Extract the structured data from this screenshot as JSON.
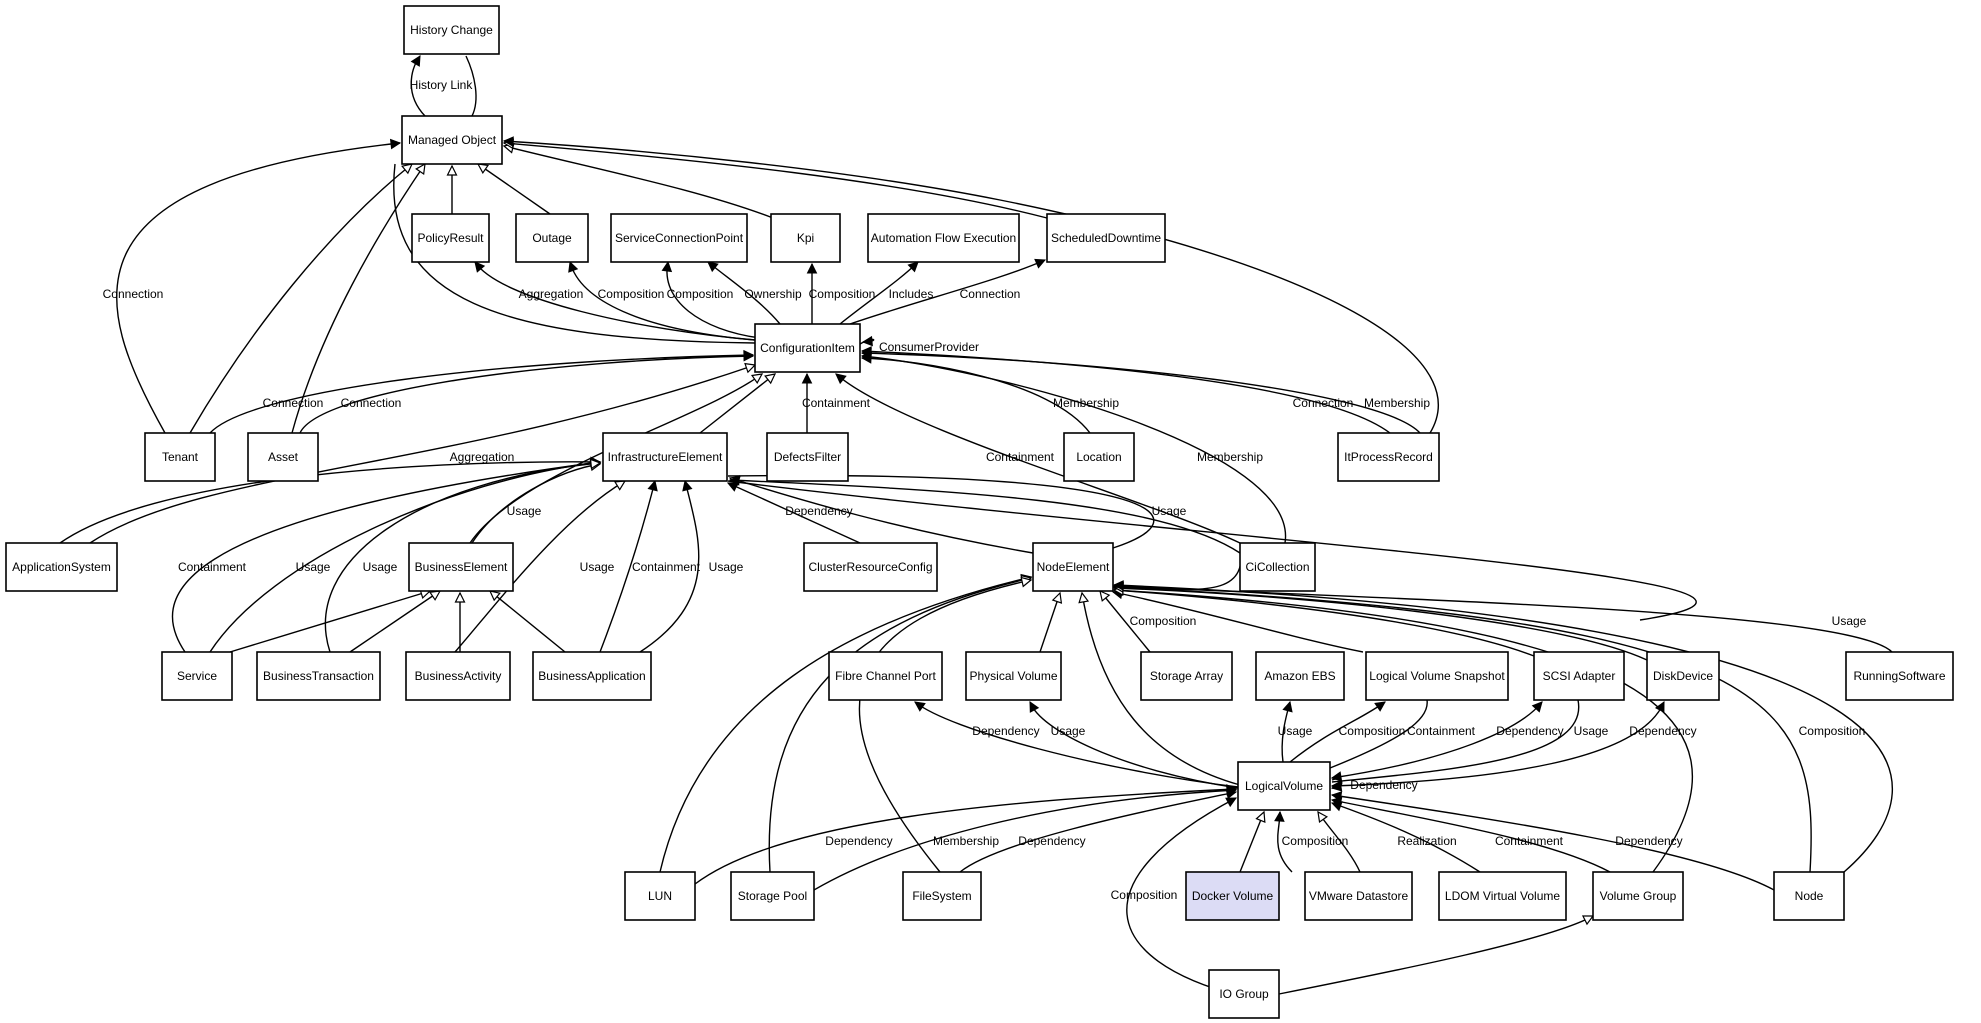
{
  "nodes": {
    "history_change": "History Change",
    "managed_object": "Managed Object",
    "policy_result": "PolicyResult",
    "outage": "Outage",
    "service_connection_point": "ServiceConnectionPoint",
    "kpi": "Kpi",
    "automation_flow_execution": "Automation Flow Execution",
    "scheduled_downtime": "ScheduledDowntime",
    "configuration_item": "ConfigurationItem",
    "tenant": "Tenant",
    "asset": "Asset",
    "infrastructure_element": "InfrastructureElement",
    "defects_filter": "DefectsFilter",
    "location": "Location",
    "it_process_record": "ItProcessRecord",
    "application_system": "ApplicationSystem",
    "business_element": "BusinessElement",
    "cluster_resource_config": "ClusterResourceConfig",
    "node_element": "NodeElement",
    "ci_collection": "CiCollection",
    "service": "Service",
    "business_transaction": "BusinessTransaction",
    "business_activity": "BusinessActivity",
    "business_application": "BusinessApplication",
    "fibre_channel_port": "Fibre Channel Port",
    "physical_volume": "Physical Volume",
    "storage_array": "Storage Array",
    "amazon_ebs": "Amazon EBS",
    "logical_volume_snapshot": "Logical Volume Snapshot",
    "scsi_adapter": "SCSI Adapter",
    "disk_device": "DiskDevice",
    "running_software": "RunningSoftware",
    "logical_volume": "LogicalVolume",
    "lun": "LUN",
    "storage_pool": "Storage Pool",
    "file_system": "FileSystem",
    "docker_volume": "Docker Volume",
    "vmware_datastore": "VMware Datastore",
    "ldom_virtual_volume": "LDOM Virtual Volume",
    "volume_group": "Volume Group",
    "node": "Node",
    "io_group": "IO Group"
  },
  "edge_labels": {
    "history_link": "History Link",
    "connection": "Connection",
    "aggregation": "Aggregation",
    "composition": "Composition",
    "ownership": "Ownership",
    "includes": "Includes",
    "consumer_provider": "ConsumerProvider",
    "containment": "Containment",
    "membership": "Membership",
    "usage": "Usage",
    "dependency": "Dependency",
    "realization": "Realization"
  },
  "colors": {
    "highlight_fill": "#dcdcf5",
    "stroke": "#000000",
    "background": "#ffffff"
  }
}
